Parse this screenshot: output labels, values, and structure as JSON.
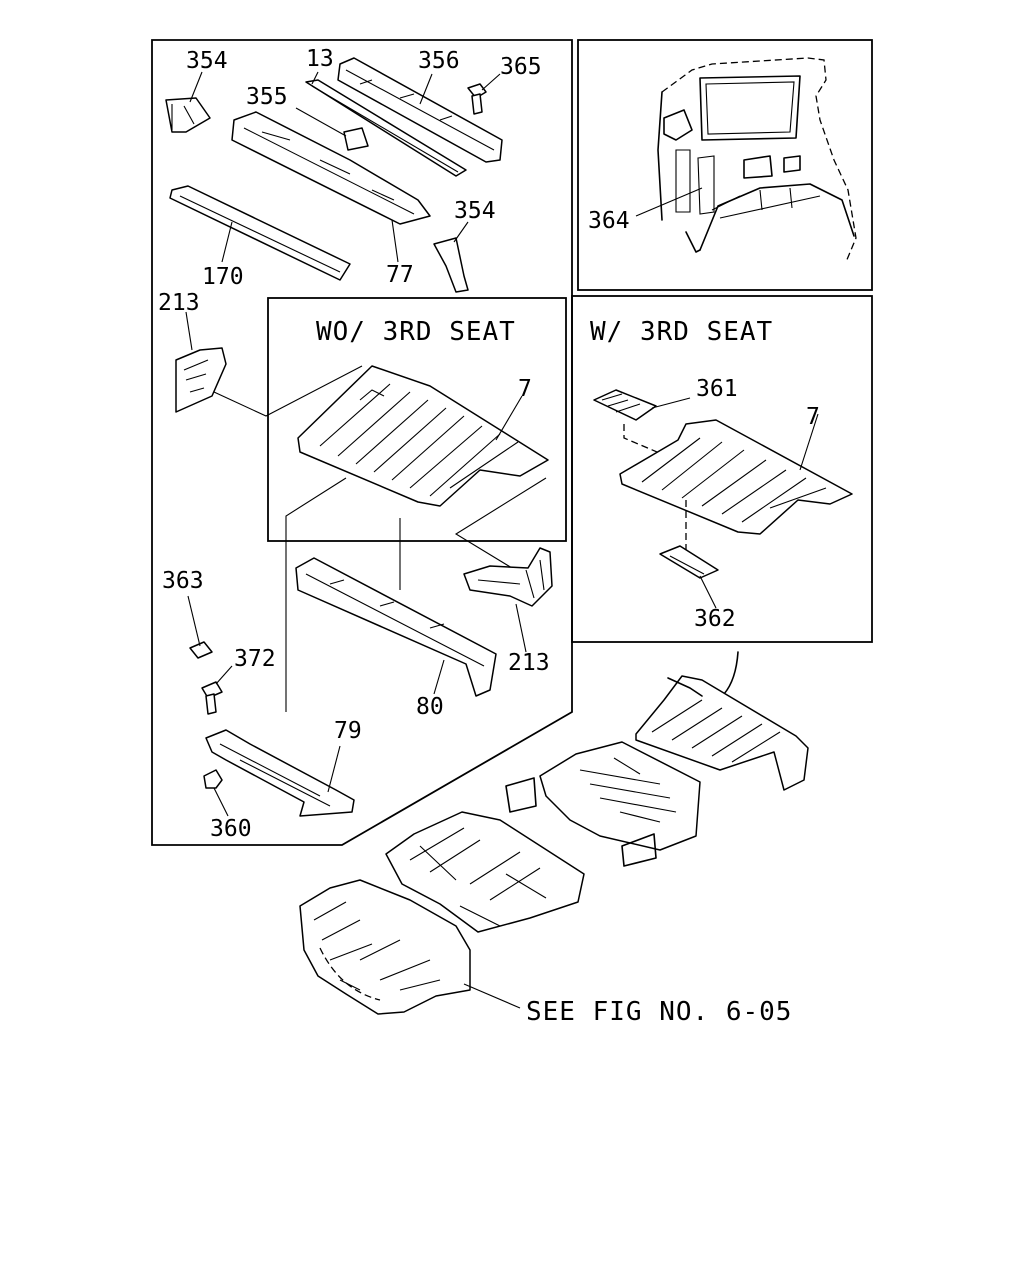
{
  "labels": {
    "l354a": "354",
    "l13": "13",
    "l356": "356",
    "l365": "365",
    "l355": "355",
    "l354b": "354",
    "l170": "170",
    "l77": "77",
    "l213a": "213",
    "l7a": "7",
    "l363": "363",
    "l372": "372",
    "l80": "80",
    "l213b": "213",
    "l79": "79",
    "l360": "360",
    "l364": "364",
    "l361": "361",
    "l7b": "7",
    "l362": "362"
  },
  "captions": {
    "wo_3rd_seat": "WO/ 3RD SEAT",
    "w_3rd_seat": "W/ 3RD SEAT",
    "see_fig": "SEE FIG NO. 6-05"
  }
}
